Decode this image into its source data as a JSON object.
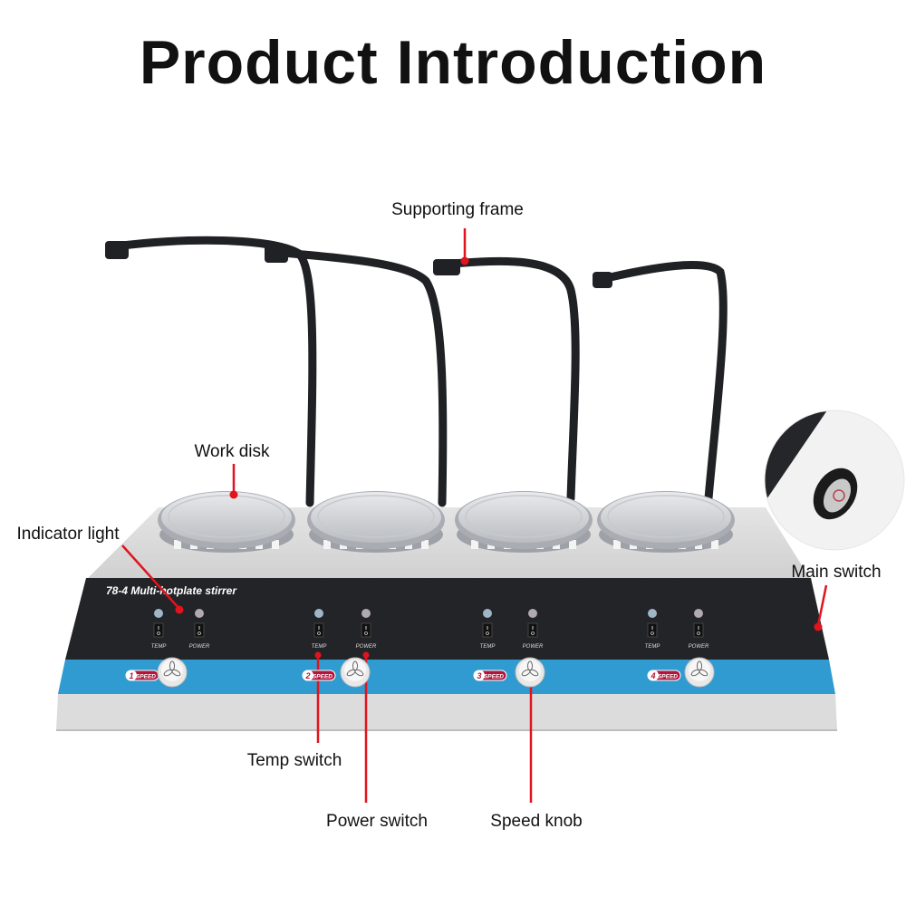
{
  "title": "Product Introduction",
  "callouts": {
    "supporting_frame": "Supporting frame",
    "work_disk": "Work disk",
    "indicator_light": "Indicator light",
    "main_switch": "Main switch",
    "temp_switch": "Temp switch",
    "power_switch": "Power switch",
    "speed_knob": "Speed knob"
  },
  "device": {
    "model_label": "78-4  Multi-hotplate stirrer",
    "units": [
      {
        "number": "1",
        "speed": "SPEED",
        "temp": "TEMP",
        "power": "POWER"
      },
      {
        "number": "2",
        "speed": "SPEED",
        "temp": "TEMP",
        "power": "POWER"
      },
      {
        "number": "3",
        "speed": "SPEED",
        "temp": "TEMP",
        "power": "POWER"
      },
      {
        "number": "4",
        "speed": "SPEED",
        "temp": "TEMP",
        "power": "POWER"
      }
    ]
  },
  "colors": {
    "accent_red": "#e0141e",
    "panel_blue": "#2f9bd0",
    "panel_black": "#232427"
  }
}
